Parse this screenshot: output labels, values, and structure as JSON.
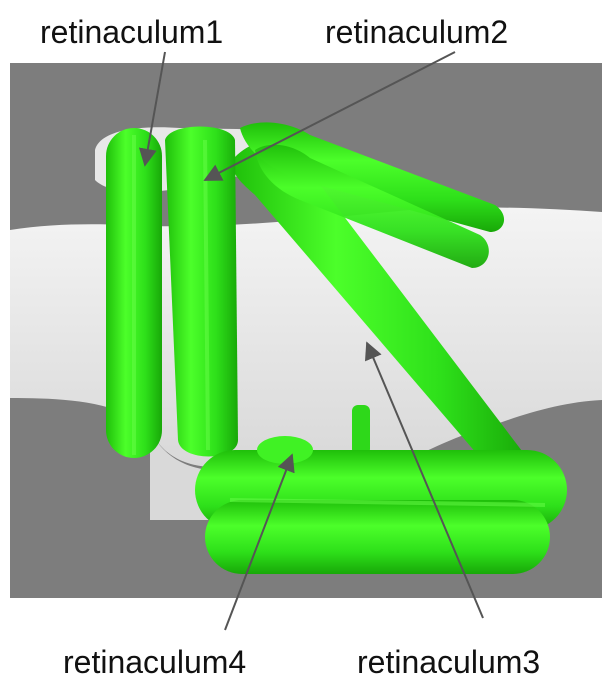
{
  "labels": {
    "retinaculum1": "retinaculum1",
    "retinaculum2": "retinaculum2",
    "retinaculum3": "retinaculum3",
    "retinaculum4": "retinaculum4"
  },
  "colors": {
    "background_panel": "#7d7d7d",
    "foot": "#ececec",
    "retinaculum_green": "#33e61a",
    "pointer": "#555555"
  }
}
